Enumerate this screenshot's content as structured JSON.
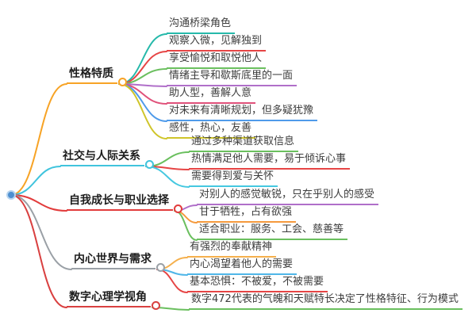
{
  "root": {
    "color": "#4e8fd0"
  },
  "branches": [
    {
      "label": "性格特质",
      "color": "#f7a325",
      "children": [
        {
          "label": "沟通桥梁角色",
          "color": "#26b9aa"
        },
        {
          "label": "观察入微，见解独到",
          "color": "#e64545"
        },
        {
          "label": "享受愉悦和取悦他人",
          "color": "#6abf5e"
        },
        {
          "label": "情绪主导和歇斯底里的一面",
          "color": "#b06fc9"
        },
        {
          "label": "助人型，善解人意",
          "color": "#e0517a"
        },
        {
          "label": "对未来有清晰规划，但多疑犹豫",
          "color": "#4f9bea"
        },
        {
          "label": "感性，热心，友善",
          "color": "#cfc52a"
        }
      ]
    },
    {
      "label": "社交与人际关系",
      "color": "#40c4dd",
      "children": [
        {
          "label": "通过多种渠道获取信息",
          "color": "#6abf5e"
        },
        {
          "label": "热情满足他人需要，易于倾诉心事",
          "color": "#e64545"
        },
        {
          "label": "需要得到爱与关怀",
          "color": "#45c8e0"
        }
      ]
    },
    {
      "label": "自我成长与职业选择",
      "color": "#e23c3c",
      "children": [
        {
          "label": "对别人的感觉敏锐，只在乎别人的感受",
          "color": "#b06fc9"
        },
        {
          "label": "甘于牺牲，占有欲强",
          "color": "#f59a3d"
        },
        {
          "label": "适合职业：服务、工会、慈善等",
          "color": "#6abf5e"
        }
      ]
    },
    {
      "label": "内心世界与需求",
      "color": "#9aa0a6",
      "children": [
        {
          "label": "有强烈的奉献精神",
          "color": "#f5b04d"
        },
        {
          "label": "内心渴望着他人的需要",
          "color": "#4fb6e8"
        },
        {
          "label": "基本恐惧：不被爱，不被需要",
          "color": "#e64545"
        }
      ]
    },
    {
      "label": "数字心理学视角",
      "color": "#d94040",
      "children": [
        {
          "label": "数字472代表的气魄和天赋特长决定了性格特征、行为模式",
          "color": "#6abf5e"
        }
      ]
    }
  ]
}
